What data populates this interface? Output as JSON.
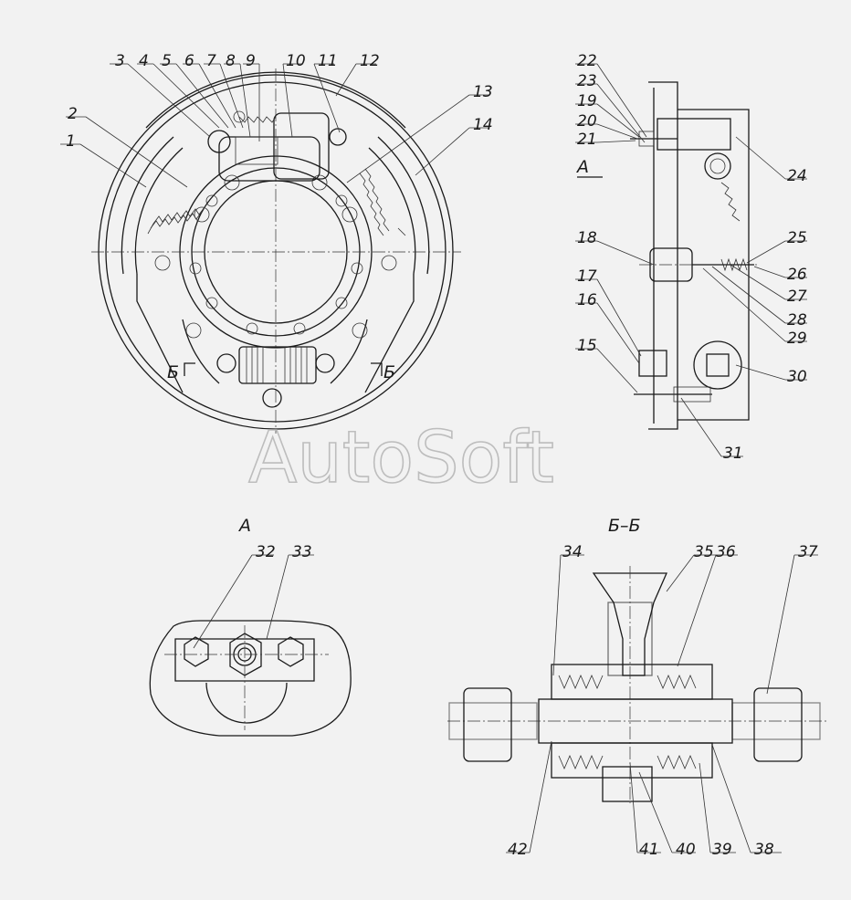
{
  "watermark": "AutoSoft",
  "views": {
    "section_a_title": "А",
    "detail_a_title": "А",
    "section_bb_title": "Б–Б",
    "cut_mark_left": "Б",
    "cut_mark_right": "Б"
  },
  "callouts": [
    "1",
    "2",
    "3",
    "4",
    "5",
    "6",
    "7",
    "8",
    "9",
    "10",
    "11",
    "12",
    "13",
    "14",
    "15",
    "16",
    "17",
    "18",
    "19",
    "20",
    "21",
    "22",
    "23",
    "24",
    "25",
    "26",
    "27",
    "28",
    "29",
    "30",
    "31",
    "32",
    "33",
    "34",
    "35",
    "36",
    "37",
    "38",
    "39",
    "40",
    "41",
    "42"
  ]
}
